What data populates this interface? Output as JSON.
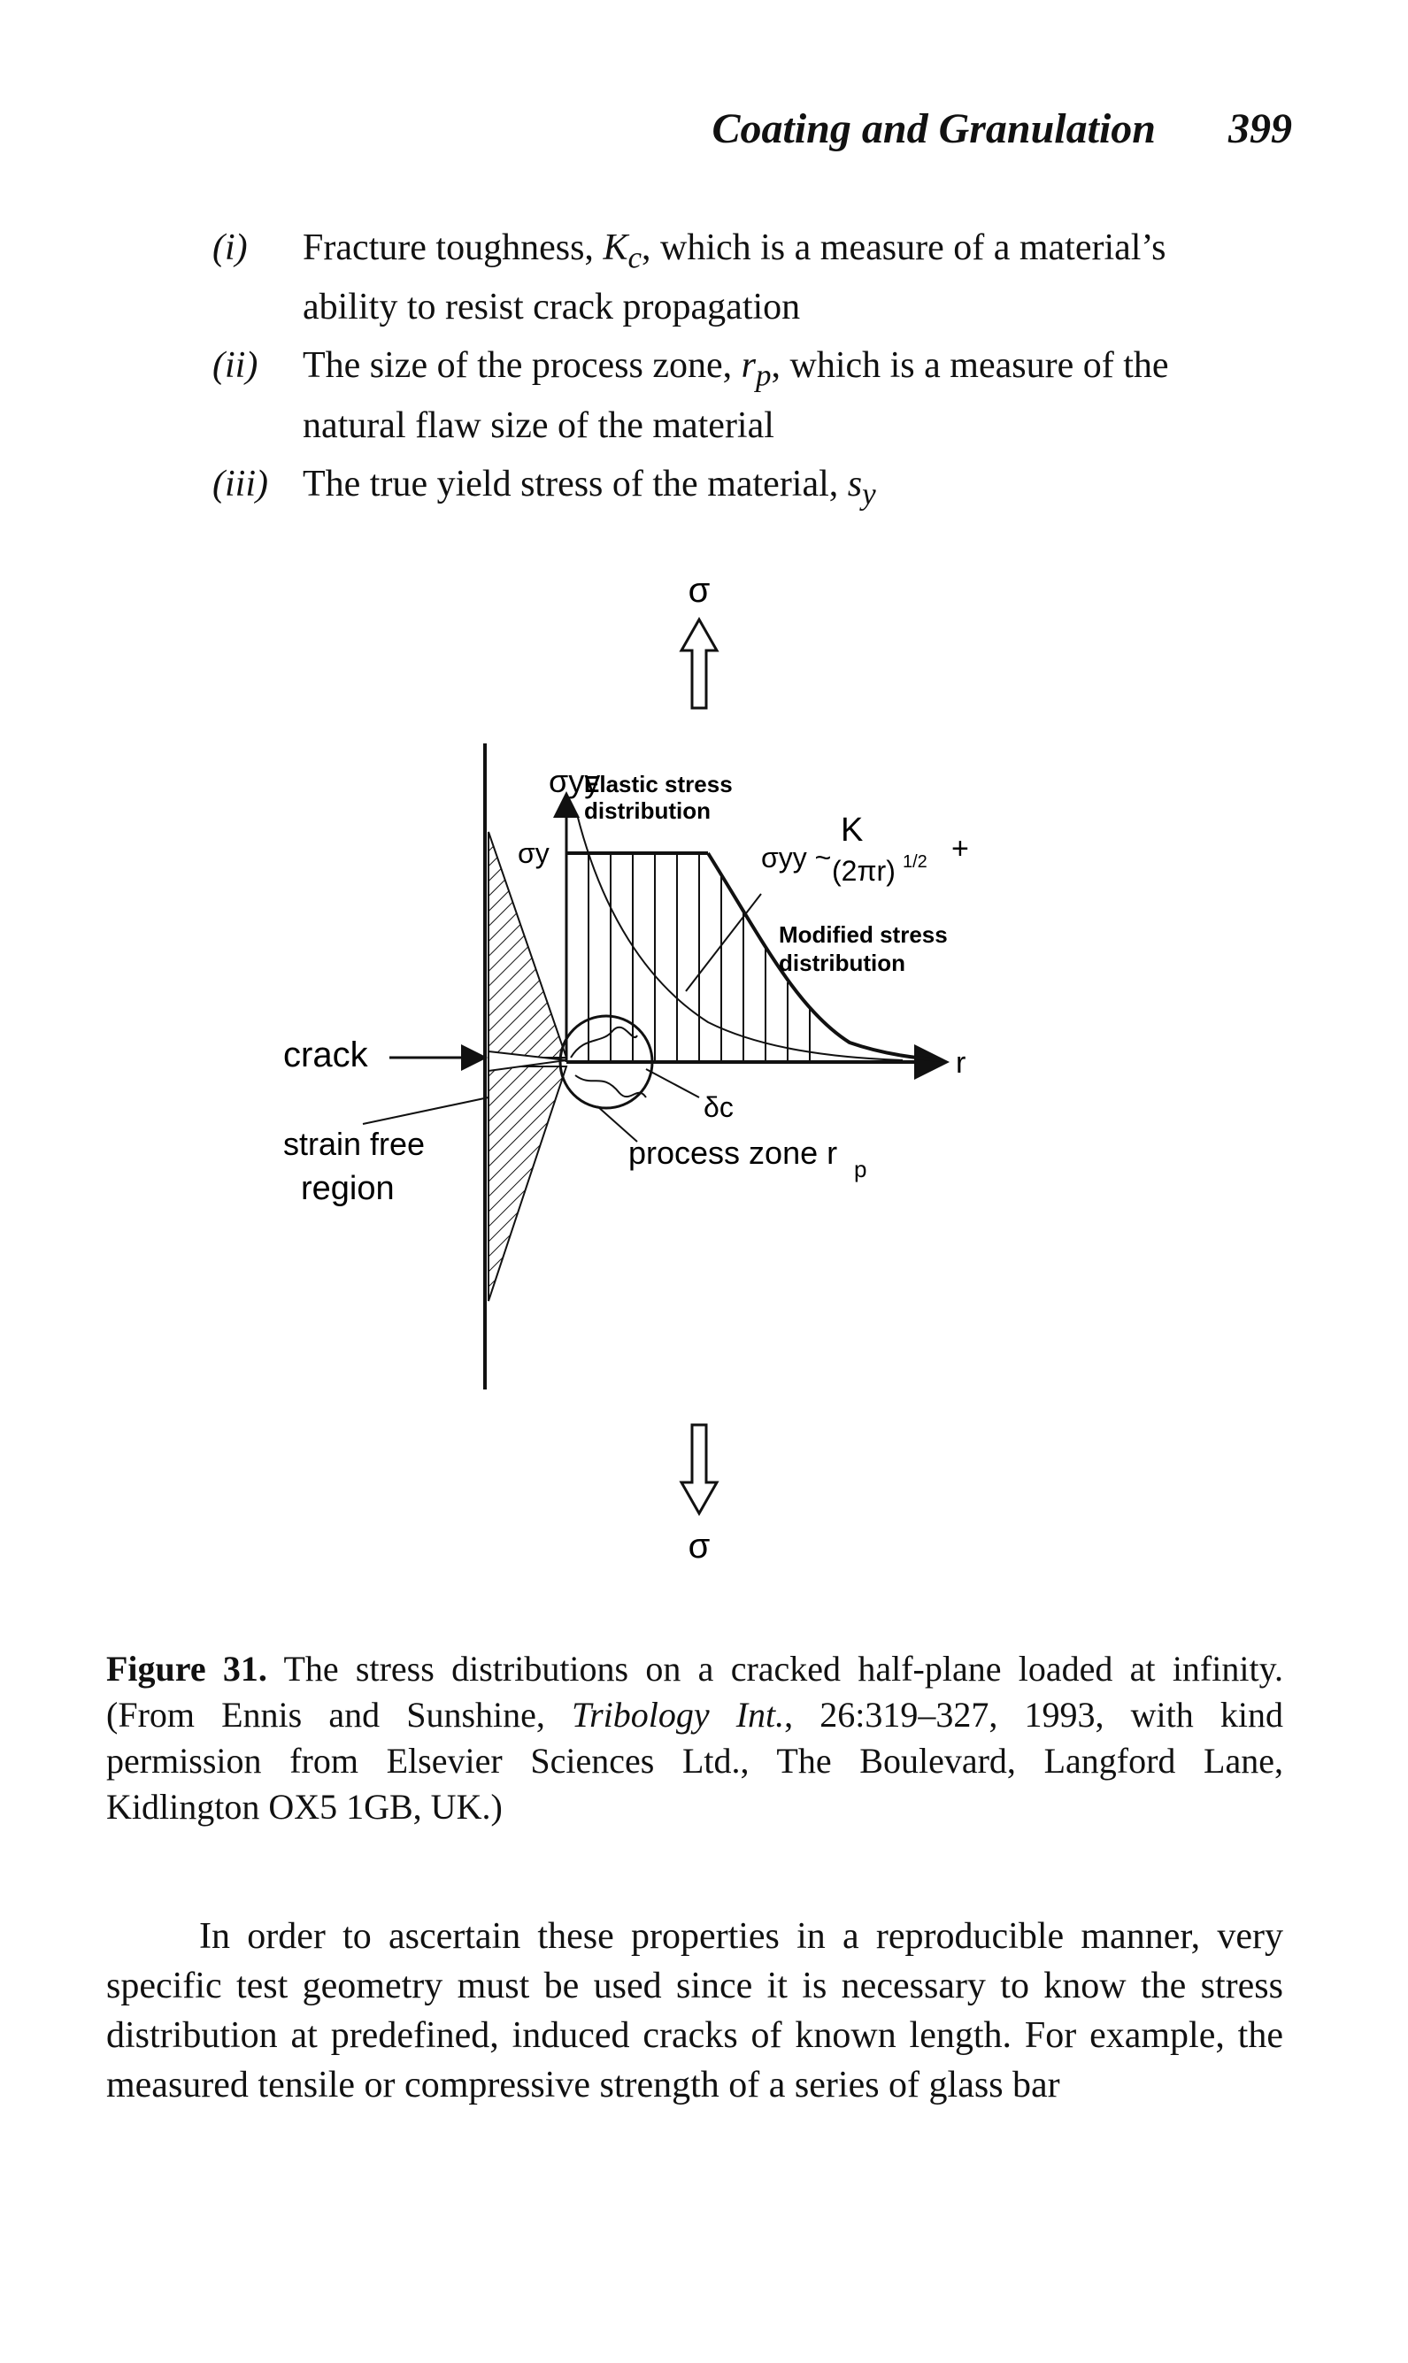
{
  "header": {
    "running_title": "Coating and Granulation",
    "page_number": "399"
  },
  "list": [
    {
      "marker": "(i)",
      "pre": "Fracture toughness, ",
      "sym": "K",
      "sub": "c",
      "post": ", which is a measure of a material’s ability to resist crack propagation"
    },
    {
      "marker": "(ii)",
      "pre": "The size of the process zone, ",
      "sym": "r",
      "sub": "p",
      "post": ", which is a measure of the natural flaw size of the material"
    },
    {
      "marker": "(iii)",
      "pre": "The true yield stress of the material, ",
      "sym": "s",
      "sub": "y",
      "post": ""
    }
  ],
  "figure": {
    "sigma_top": "σ",
    "sigma_bottom": "σ",
    "sigma_yy": "σyy",
    "elastic_line1": "Elastic stress",
    "elastic_line2": "distribution",
    "sigma_y": "σy",
    "formula_left": "σyy ~",
    "formula_K": "K",
    "formula_den": "(2πr)",
    "formula_exp": "1/2",
    "formula_plus": "+",
    "modified_line1": "Modified stress",
    "modified_line2": "distribution",
    "crack_label": "crack",
    "r_label": "r",
    "delta_c": "δc",
    "strain_line1": "strain free",
    "strain_line2": "region",
    "process_zone": "process zone r",
    "process_sub": "p"
  },
  "caption": {
    "label": "Figure 31.",
    "text1": " The stress distributions on a cracked half-plane loaded at infinity. (From Ennis and Sunshine, ",
    "journal": "Tribology Int.",
    "text2": ", 26:319–327, 1993, with kind permission from Elsevier Sciences Ltd., The Boulevard, Langford Lane, Kidlington OX5 1GB, UK.)"
  },
  "body_text": "In order to ascertain these properties in a reproducible manner, very specific test geometry must be used since it is necessary to know the stress distribution at predefined, induced cracks of known length. For example, the measured tensile or compressive strength of a series of glass bar"
}
